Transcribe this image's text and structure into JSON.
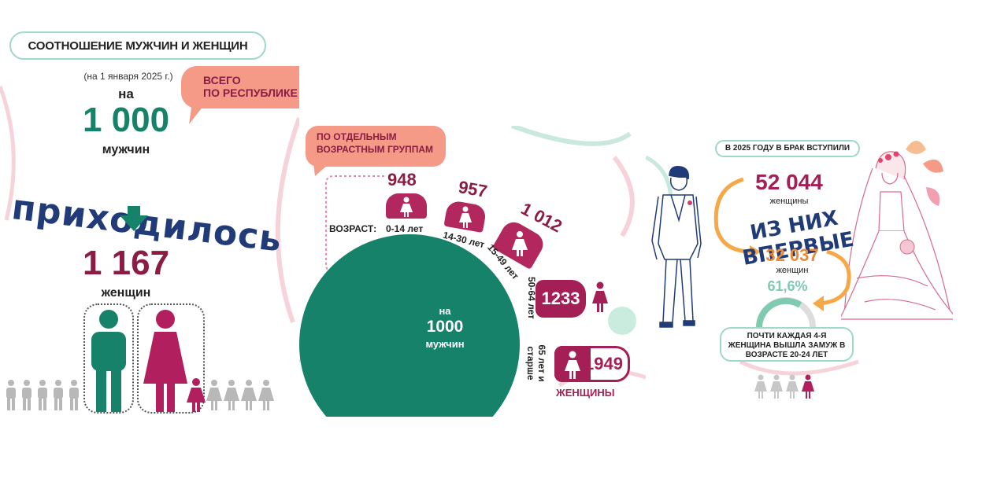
{
  "colors": {
    "green": "#17826a",
    "plum": "#8b1d45",
    "salmon": "#f59a86",
    "navy": "#203b78",
    "mint": "#9fd8c8",
    "grey_figure": "#b8b8b8",
    "orange": "#f6a847"
  },
  "panel1": {
    "title": "СООТНОШЕНИЕ МУЖЧИН И ЖЕНЩИН",
    "date_note": "(на 1 января 2025 г.)",
    "bubble_line1": "ВСЕГО",
    "bubble_line2": "ПО РЕСПУБЛИКЕ",
    "per_label": "на",
    "men_value": "1 000",
    "men_label": "мужчин",
    "headline": "приходилось",
    "women_value": "1 167",
    "women_label": "женщин",
    "icons": [
      "male-figure-icon",
      "female-figure-icon",
      "down-arrow-icon",
      "girl-figure-icon"
    ]
  },
  "panel2": {
    "bubble_line1": "ПО ОТДЕЛЬНЫМ",
    "bubble_line2": "ВОЗРАСТНЫМ ГРУППАМ",
    "age_prefix": "ВОЗРАСТ:",
    "groups": [
      {
        "label": "0-14 лет",
        "value": "948"
      },
      {
        "label": "14-30 лет",
        "value": "957"
      },
      {
        "label": "15-49 лет",
        "value": "1 012"
      },
      {
        "label": "50-64 лет",
        "value": "1233"
      },
      {
        "label": "65 лет и старше",
        "value": "1949"
      }
    ],
    "circle_per": "на",
    "circle_value": "1000",
    "circle_label": "мужчин",
    "women_label": "ЖЕНЩИНЫ"
  },
  "panel3": {
    "header": "В 2025 ГОДУ В БРАК ВСТУПИЛИ",
    "total_value": "52 044",
    "total_label": "женщины",
    "headline": "ИЗ НИХ ВПЕРВЫЕ",
    "first_value": "32 037",
    "first_label": "женщин",
    "percent": "61,6%",
    "note": "ПОЧТИ КАЖДАЯ 4-Я ЖЕНЩИНА ВЫШЛА ЗАМУЖ В ВОЗРАСТЕ 20-24 ЛЕТ",
    "icons": [
      "groom-illustration",
      "bride-illustration",
      "percent-ring-icon"
    ]
  }
}
